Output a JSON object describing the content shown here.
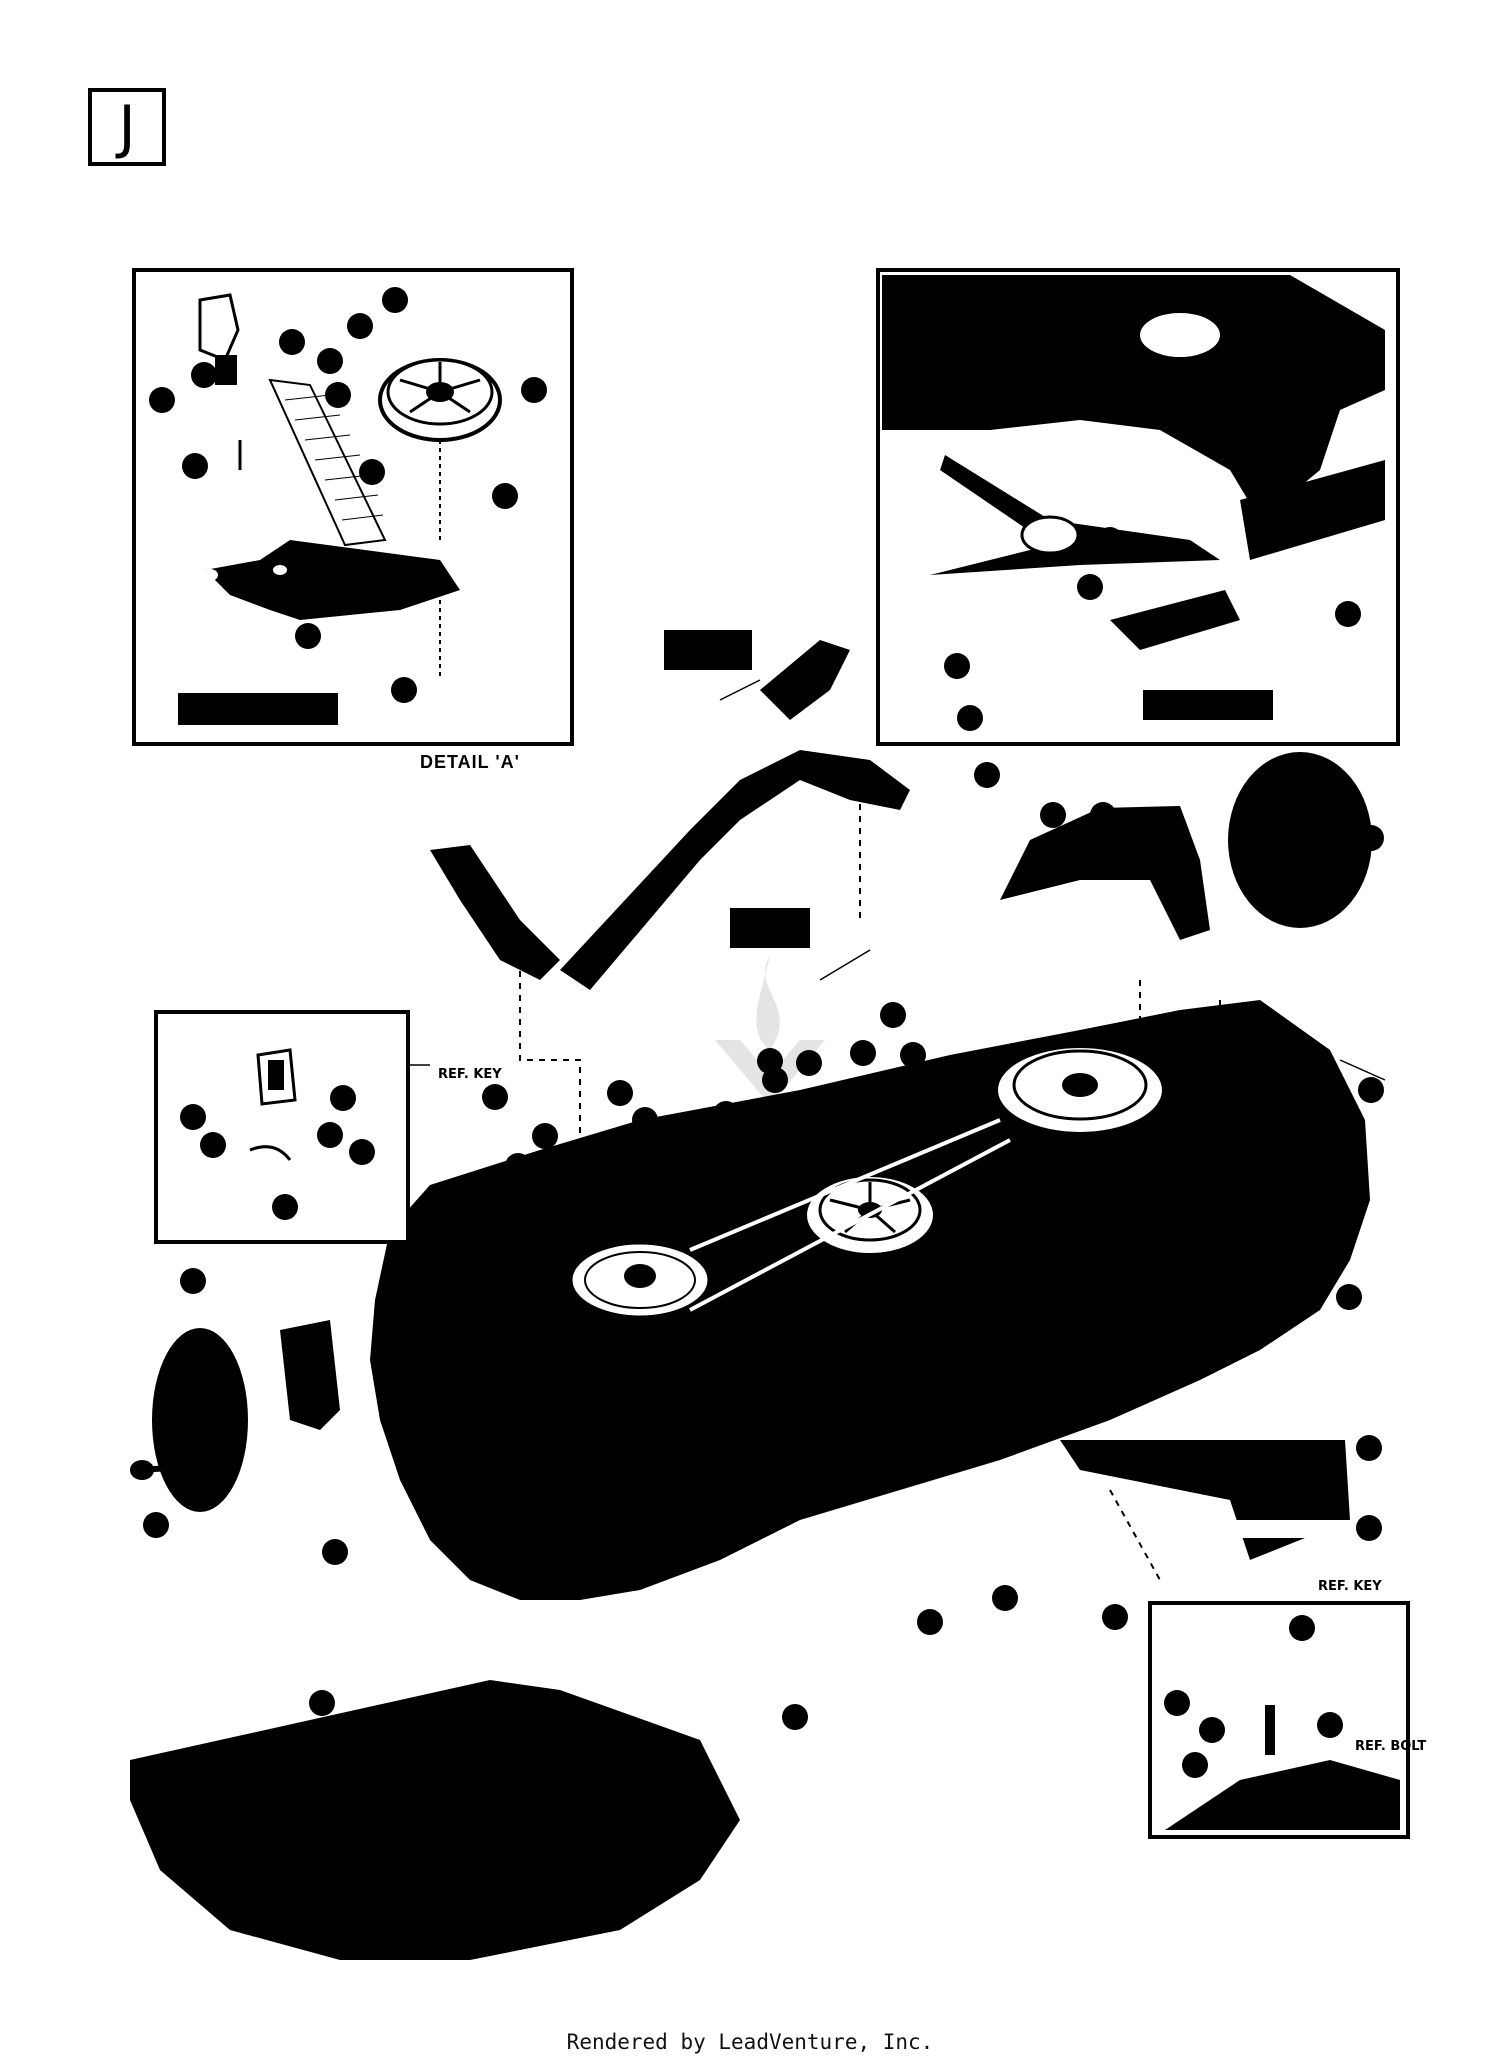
{
  "section_letter": "J",
  "detail_label": "DETAIL 'A'",
  "ref_key_labels": [
    "REF. KEY",
    "REF. KEY"
  ],
  "ref_bolt_label": "REF. BOLT",
  "footer": "Rendered by LeadVenture, Inc.",
  "colors": {
    "ink": "#000000",
    "paper": "#ffffff"
  }
}
